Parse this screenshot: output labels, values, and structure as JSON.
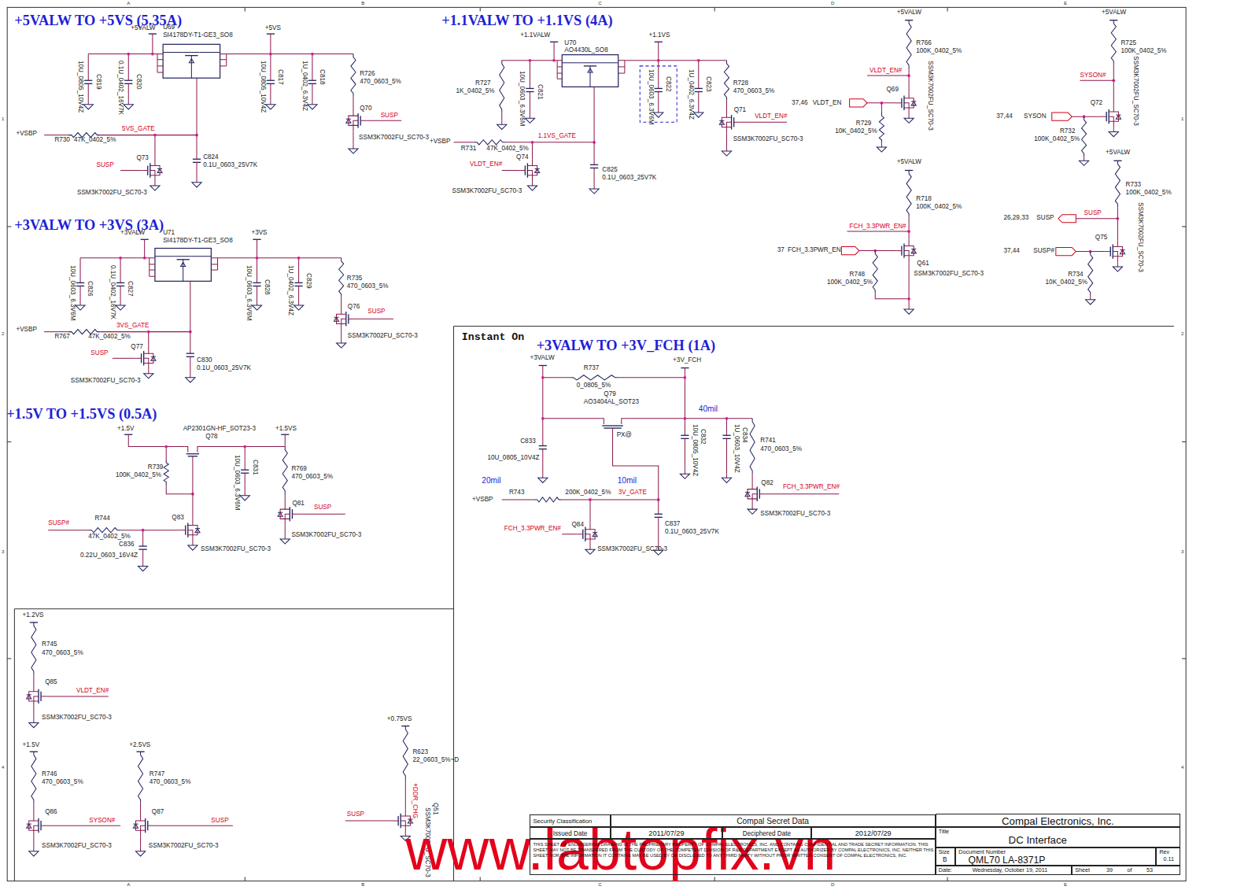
{
  "diagram": {
    "nodes": [
      {
        "text": [
          "Security Classification"
        ]
      },
      {
        "text": [
          "Compal Secret Data"
        ]
      },
      {
        "text": [
          "Issued Date"
        ]
      },
      {
        "text": [
          "2011/07/29"
        ]
      },
      {
        "text": [
          "Deciphered Date"
        ]
      },
      {
        "text": [
          "2012/07/29"
        ]
      },
      {
        "text": [
          "THIS SHEET OF ENGINEERING DRAWING IS THE PROPRIETARY PROPERTY OF COMPAL ELECTRONICS, INC. AND CONTAINS CONFIDENTIAL AND TRADE SECRET INFORMATION. THIS SHEET MAY NOT BE TRANSFERED FROM THE CUSTODY OF THE COMPETENT DIVISION OF R&D DEPARTMENT EXCEPT AS AUTHORIZED BY COMPAL ELECTRONICS, INC. NEITHER THIS SHEET NOR THE INFORMATION IT CONTAINS MAY BE USED BY OR DISCLOSED TO ANY THIRD PARTY WITHOUT PRIOR WRITTEN CONSENT OF COMPAL ELECTRONICS, INC."
        ]
      },
      {
        "text": [
          "Compal Electronics, Inc."
        ]
      },
      {
        "text": [
          "Title",
          "DC Interface"
        ]
      },
      {
        "text": [
          "Size",
          "B"
        ]
      },
      {
        "text": [
          "Document Number",
          "QML70 LA-8371P"
        ]
      },
      {
        "text": [
          "Rev",
          "0.11"
        ]
      },
      {
        "text": [
          "Date:",
          "Wednesday, October 19, 2011"
        ]
      },
      {
        "text": [
          "Sheet",
          "39",
          "of",
          "53"
        ]
      }
    ],
    "labels": [
      "+5VALW TO +5VS (5.35A)",
      "+5VALW",
      "U69",
      "SI4178DY-T1-GE3_SO8",
      "+5VS",
      "10U_0805_10V4Z",
      "C819",
      "0.1U_0402_16V7K",
      "C820",
      "10U_0805_10V4Z",
      "C817",
      "1U_0402_6.3V4Z",
      "C818",
      "R726",
      "470_0603_5%",
      "Q70",
      "SUSP",
      "SSM3K7002FU_SC70-3",
      "+VSBP",
      "R730",
      "47K_0402_5%",
      "5VS_GATE",
      "C824",
      "0.1U_0603_25V7K",
      "Q73",
      "SUSP",
      "SSM3K7002FU_SC70-3",
      "+3VALW TO +3VS (3A)",
      "+3VALW",
      "U71",
      "SI4178DY-T1-GE3_SO8",
      "+3VS",
      "10U_0603_6.3V6M",
      "C826",
      "0.1U_0402_16V7K",
      "C827",
      "10U_0603_6.3V6M",
      "C828",
      "1U_0402_6.3V4Z",
      "C829",
      "R735",
      "470_0603_5%",
      "Q76",
      "SUSP",
      "SSM3K7002FU_SC70-3",
      "+VSBP",
      "R767",
      "47K_0402_5%",
      "3VS_GATE",
      "C830",
      "0.1U_0603_25V7K",
      "Q77",
      "SUSP",
      "SSM3K7002FU_SC70-3",
      "+1.5V TO +1.5VS (0.5A)",
      "AP2301GN-HF_SOT23-3",
      "Q78",
      "+1.5V",
      "+1.5VS",
      "R739",
      "100K_0402_5%",
      "10U_0603_6.3V6M",
      "C831",
      "R769",
      "470_0603_5%",
      "Q81",
      "SUSP",
      "SSM3K7002FU_SC70-3",
      "SUSP#",
      "R744",
      "47K_0402_5%",
      "Q83",
      "SSM3K7002FU_SC70-3",
      "C836",
      "0.22U_0603_16V4Z",
      "+1.1VALW TO +1.1VS (4A)",
      "+1.1VALW",
      "U70",
      "AO4430L_SO8",
      "+1.1VS",
      "R727",
      "1K_0402_5%",
      "10U_0603_6.3V6M",
      "C821",
      "10U_0603_6.3V6M",
      "C822",
      "1U_0402_6.3V4Z",
      "C823",
      "R728",
      "470_0603_5%",
      "Q71",
      "VLDT_EN#",
      "SSM3K7002FU_SC70-3",
      "+VSBP",
      "R731",
      "47K_0402_5%",
      "1.1VS_GATE",
      "C825",
      "0.1U_0603_25V7K",
      "Q74",
      "VLDT_EN#",
      "SSM3K7002FU_SC70-3",
      "+5VALW",
      "R766",
      "100K_0402_5%",
      "VLDT_EN#",
      "Q69",
      "37,46",
      "VLDT_EN",
      "R729",
      "10K_0402_5%",
      "SSM3K7002FU_SC70-3",
      "+5VALW",
      "R718",
      "100K_0402_5%",
      "FCH_3.3PWR_EN#",
      "37",
      "FCH_3.3PWR_EN",
      "Q61",
      "SSM3K7002FU_SC70-3",
      "R748",
      "100K_0402_5%",
      "+5VALW",
      "R725",
      "100K_0402_5%",
      "SYSON#",
      "37,44",
      "SYSON",
      "Q72",
      "R732",
      "100K_0402_5%",
      "SSM3K7002FU_SC70-3",
      "+5VALW",
      "R733",
      "100K_0402_5%",
      "26,29,33",
      "SUSP",
      "SUSP",
      "37,44",
      "SUSP#",
      "Q75",
      "R734",
      "10K_0402_5%",
      "SSM3K7002FU_SC70-3",
      "Instant On",
      "+3VALW TO +3V_FCH (1A)",
      "+3VALW",
      "+3V_FCH",
      "R737",
      "0_0805_5%",
      "Q79",
      "AO3404AL_SOT23",
      "PX@",
      "C833",
      "10U_0805_10V4Z",
      "10U_0805_10V4Z",
      "C832",
      "1U_0603_10V4Z",
      "C834",
      "40mil",
      "R741",
      "470_0603_5%",
      "Q82",
      "FCH_3.3PWR_EN#",
      "SSM3K7002FU_SC70-3",
      "20mil",
      "10mil",
      "+VSBP",
      "R743",
      "200K_0402_5%",
      "3V_GATE",
      "C837",
      "0.1U_0603_25V7K",
      "Q84",
      "FCH_3.3PWR_EN#",
      "SSM3K7002FU_SC70-3",
      "+1.2VS",
      "R745",
      "470_0603_5%",
      "Q85",
      "VLDT_EN#",
      "SSM3K7002FU_SC70-3",
      "+1.5V",
      "R746",
      "470_0603_5%",
      "Q86",
      "SYSON#",
      "SSM3K7002FU_SC70-3",
      "+2.5VS",
      "R747",
      "470_0603_5%",
      "Q87",
      "SUSP",
      "SSM3K7002FU_SC70-3",
      "+0.75VS",
      "R623",
      "22_0603_5%~D",
      "+DDR_CHG",
      "Q51",
      "SSM3K7002FU_SC70-3",
      "SUSP",
      "www.labtopfix.vn",
      "A",
      "B",
      "C",
      "D",
      "E",
      "A",
      "B",
      "C",
      "D",
      "E",
      "1",
      "2",
      "3",
      "4",
      "1",
      "2",
      "3",
      "4"
    ]
  }
}
